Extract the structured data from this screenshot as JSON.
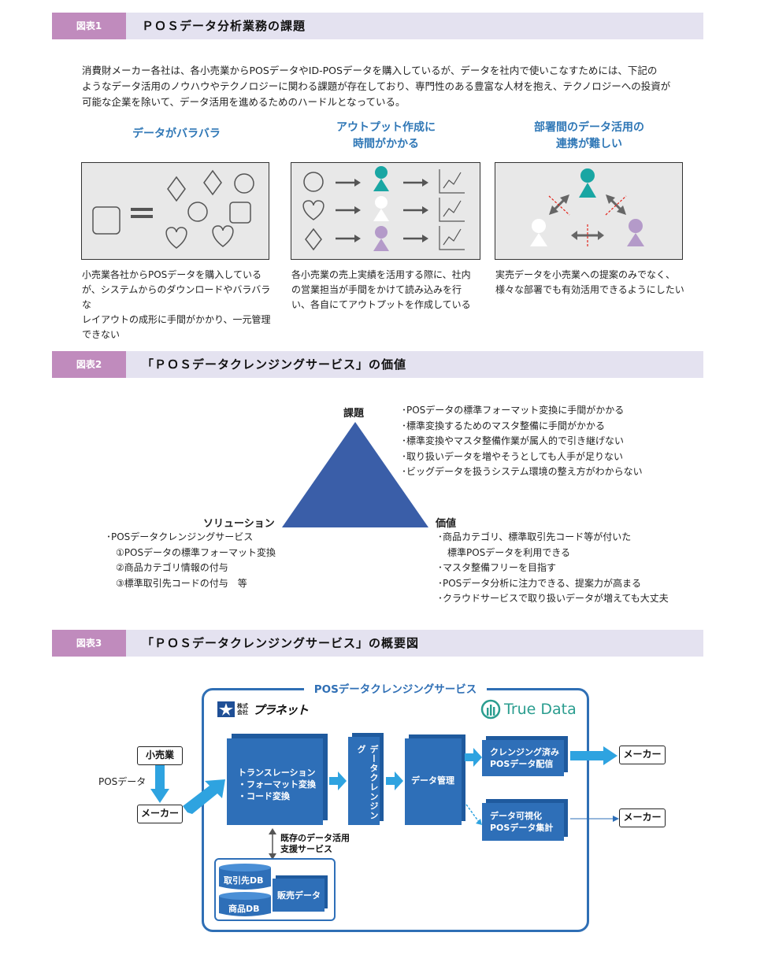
{
  "fig1": {
    "tag": "図表1",
    "title": "ＰＯＳデータ分析業務の課題",
    "intro": [
      "消費財メーカー各社は、各小売業からPOSデータやID-POSデータを購入しているが、データを社内で使いこなすためには、下記の",
      "ようなデータ活用のノウハウやテクノロジーに関わる課題が存在しており、専門性のある豊富な人材を抱え、テクノロジーへの投資が",
      "可能な企業を除いて、データ活用を進めるためのハードルとなっている。"
    ],
    "columns": [
      {
        "title_lines": [
          "データがバラバラ"
        ],
        "desc_lines": [
          "小売業各社からPOSデータを購入している",
          "が、システムからのダウンロードやバラバラな",
          "レイアウトの成形に手間がかかり、一元管理",
          "できない"
        ]
      },
      {
        "title_lines": [
          "アウトプット作成に",
          "時間がかかる"
        ],
        "desc_lines": [
          "各小売業の売上実績を活用する際に、社内",
          "の営業担当が手間をかけて読み込みを行",
          "い、各自にてアウトプットを作成している"
        ]
      },
      {
        "title_lines": [
          "部署間のデータ活用の",
          "連携が難しい"
        ],
        "desc_lines": [
          "実売データを小売業への提案のみでなく、",
          "様々な部署でも有効活用できるようにしたい"
        ]
      }
    ]
  },
  "fig2": {
    "tag": "図表2",
    "title": "「ＰＯＳデータクレンジングサービス」の価値",
    "top_label": "課題",
    "top_items": [
      "･POSデータの標準フォーマット変換に手間がかかる",
      "･標準変換するためのマスタ整備に手間がかかる",
      "･標準変換やマスタ整備作業が属人的で引き継げない",
      "･取り扱いデータを増やそうとしても人手が足りない",
      "･ビッグデータを扱うシステム環境の整え方がわからない"
    ],
    "left_label": "ソリューション",
    "left_items": [
      "･POSデータクレンジングサービス",
      "　①POSデータの標準フォーマット変換",
      "　②商品カテゴリ情報の付与",
      "　③標準取引先コードの付与　等"
    ],
    "right_label": "価値",
    "right_items": [
      "･商品カテゴリ、標準取引先コード等が付いた",
      "　標準POSデータを利用できる",
      "･マスタ整備フリーを目指す",
      "･POSデータ分析に注力できる、提案力が高まる",
      "･クラウドサービスで取り扱いデータが増えても大丈夫"
    ],
    "triangle_color": "#3a5ea8"
  },
  "fig3": {
    "tag": "図表3",
    "title": "「ＰＯＳデータクレンジングサービス」の概要図",
    "frame_title": "POSデータクレンジングサービス",
    "logo_left_small": "株式\n会社",
    "logo_left": "プラネット",
    "logo_right": "True Data",
    "retailer": "小売業",
    "pos_label": "POSデータ",
    "maker_in": "メーカー",
    "trans_title": "トランスレーション",
    "trans_item1": "・フォーマット変換",
    "trans_item2": "・コード変換",
    "cleansing": "データクレンジング",
    "data_mgmt": "データ管理",
    "out1_line1": "クレンジング済み",
    "out1_line2": "POSデータ配信",
    "out2_line1": "データ可視化",
    "out2_line2": "POSデータ集計",
    "maker_out1": "メーカー",
    "maker_out2": "メーカー",
    "support_line1": "既存のデータ活用",
    "support_line2": "支援サービス",
    "db1": "取引先DB",
    "db2": "商品DB",
    "sales": "販売データ",
    "colors": {
      "block": "#2e6fb8",
      "arrow": "#2ea3e0",
      "frame": "#2f6fb5",
      "truedata": "#2a9d8f"
    }
  }
}
